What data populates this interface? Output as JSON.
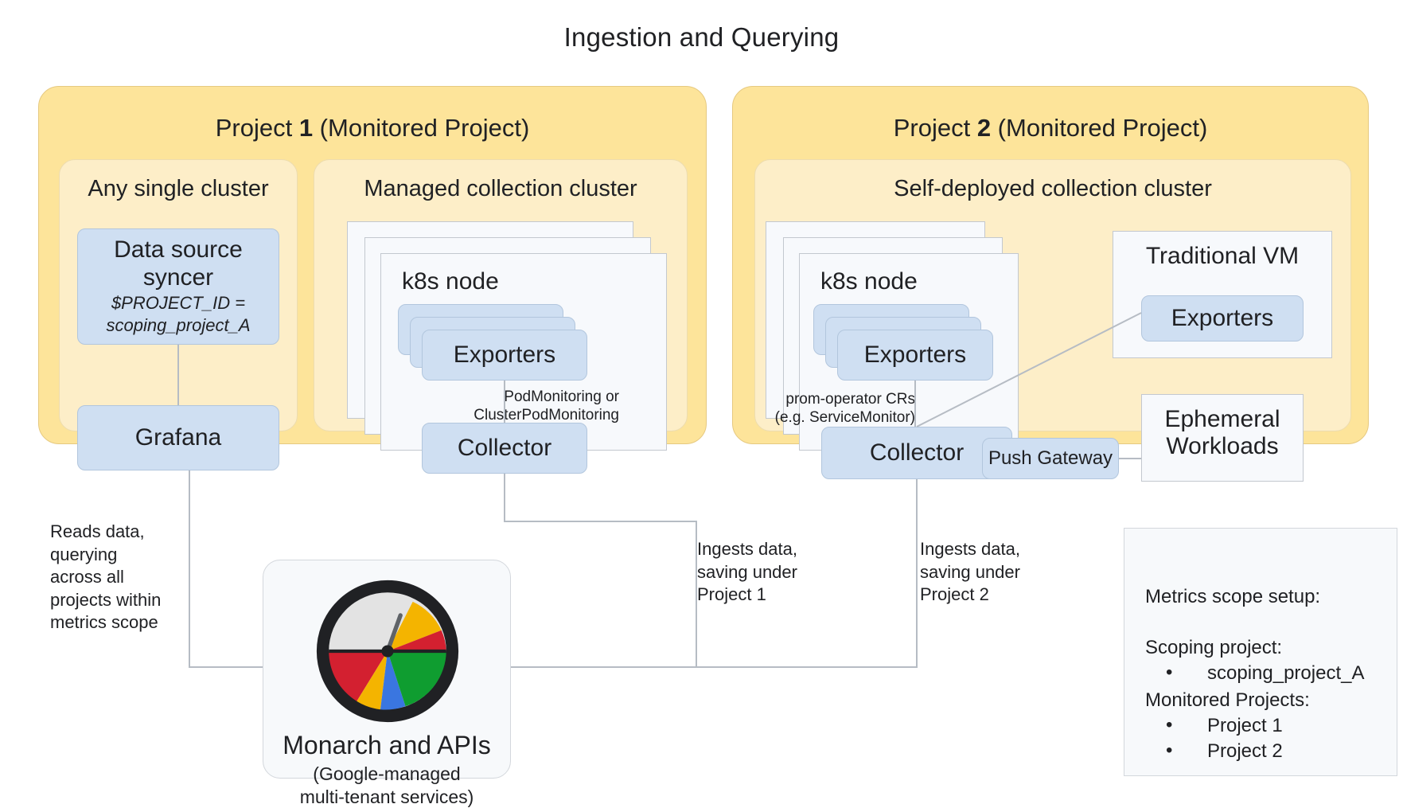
{
  "title": "Ingestion and Querying",
  "projects": [
    {
      "name": "project-1",
      "title_prefix": "Project ",
      "title_number": "1",
      "title_suffix": " (Monitored Project)",
      "clusters": [
        {
          "name": "any-single-cluster",
          "title": "Any single cluster",
          "boxes": [
            {
              "label_line1": "Data source",
              "label_line2": "syncer",
              "detail_line1": "$PROJECT_ID =",
              "detail_line2": "scoping_project_A"
            },
            {
              "label": "Grafana"
            }
          ]
        },
        {
          "name": "managed-collection-cluster",
          "title": "Managed collection cluster",
          "node_title": "k8s node",
          "exporters_label": "Exporters",
          "collector_label": "Collector",
          "edge_label_line1": "PodMonitoring or",
          "edge_label_line2": "ClusterPodMonitoring"
        }
      ]
    },
    {
      "name": "project-2",
      "title_prefix": "Project ",
      "title_number": "2",
      "title_suffix": " (Monitored Project)",
      "clusters": [
        {
          "name": "self-deployed-collection-cluster",
          "title": "Self-deployed collection cluster",
          "node_title": "k8s node",
          "exporters_label": "Exporters",
          "collector_label": "Collector",
          "push_gateway_label": "Push Gateway",
          "edge_label_line1": "prom-operator CRs",
          "edge_label_line2": "(e.g. ServiceMonitor)",
          "vm_title": "Traditional VM",
          "vm_exporters_label": "Exporters",
          "ephemeral_line1": "Ephemeral",
          "ephemeral_line2": "Workloads"
        }
      ]
    }
  ],
  "annotations": {
    "reads": "Reads data,\nquerying\nacross all\nprojects within\nmetrics scope",
    "ingest_p1": "Ingests data,\nsaving under\nProject 1",
    "ingest_p2": "Ingests data,\nsaving under\nProject 2"
  },
  "monarch": {
    "title": "Monarch and APIs",
    "subtitle_line1": "(Google-managed",
    "subtitle_line2": "multi-tenant services)",
    "logo_name": "monarch-gauge-logo",
    "logo_colors": {
      "ring": "#202124",
      "dial": "#e3e3e3",
      "yellow": "#f4b400",
      "red": "#d32030",
      "green": "#0f9d30",
      "blue": "#3a76e0"
    }
  },
  "legend": {
    "heading": "Metrics scope setup:",
    "scoping_heading": "Scoping project:",
    "scoping_items": [
      "scoping_project_A"
    ],
    "monitored_heading": "Monitored Projects:",
    "monitored_items": [
      "Project 1",
      "Project 2"
    ]
  }
}
